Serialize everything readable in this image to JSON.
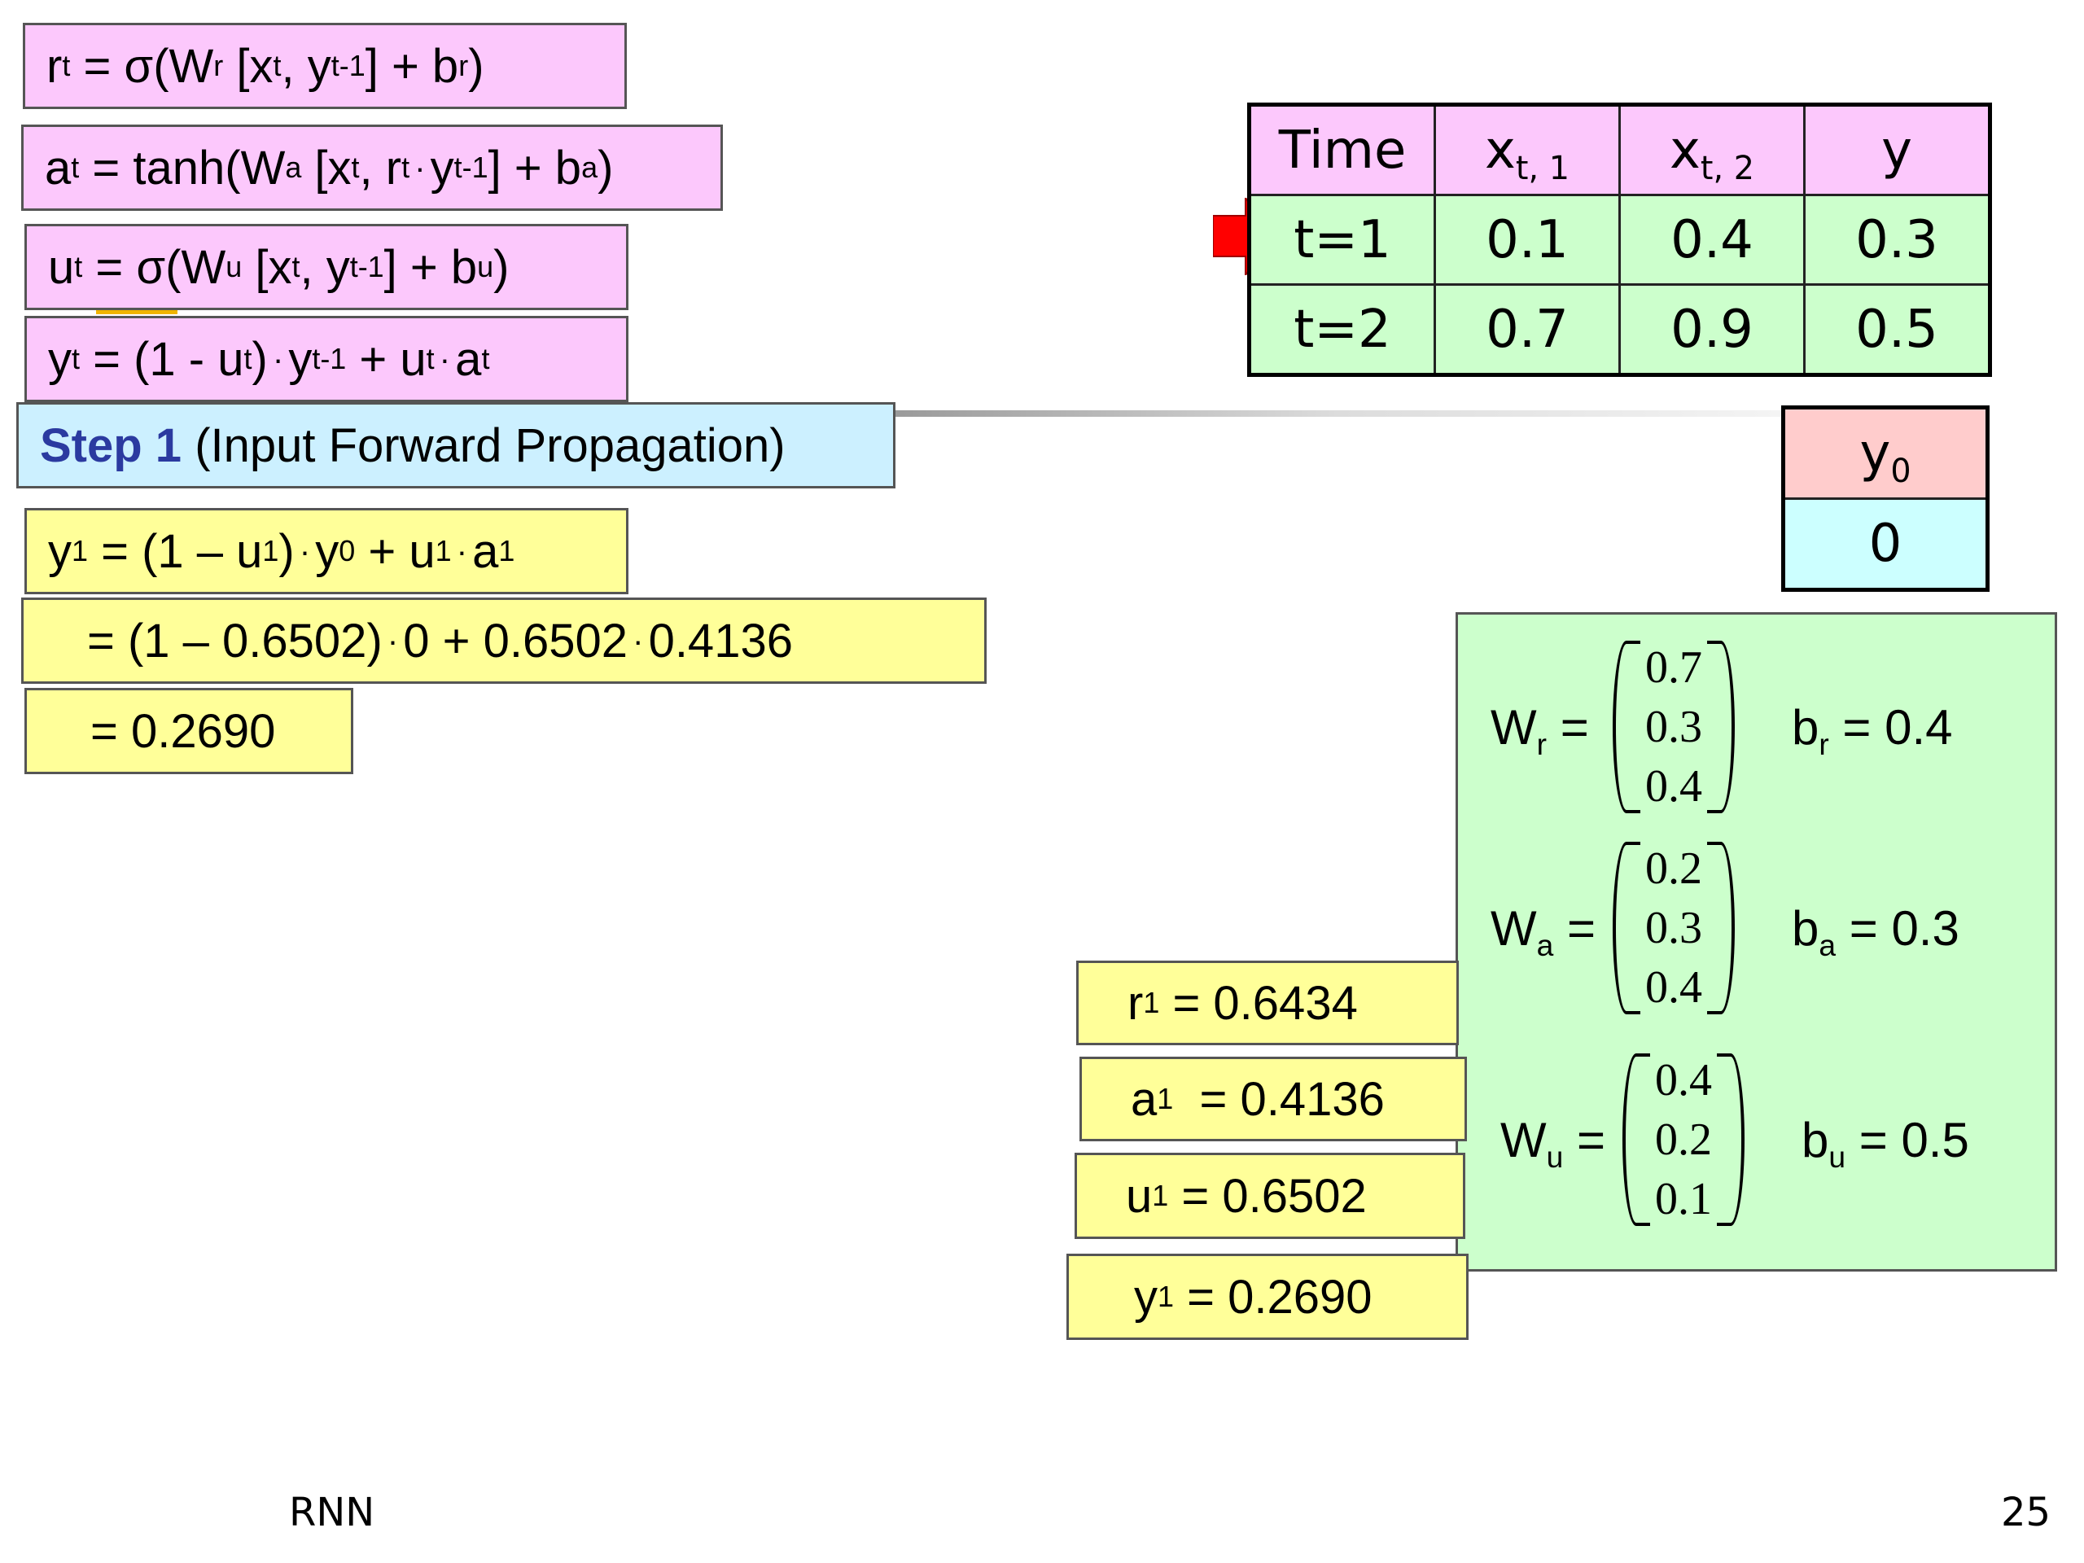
{
  "equations": {
    "r_left": "r",
    "r_sub": "t",
    "r_eq": " = σ(W",
    "r_w_sub": "r",
    "r_mid": " [x",
    "r_x_sub": "t",
    "r_comma": ", y",
    "r_y_sub": "t-1",
    "r_end": "] + b",
    "r_b_sub": "r",
    "r_close": ")",
    "a_left": "a",
    "a_sub": "t",
    "a_eq": " = tanh(W",
    "a_w_sub": "a",
    "a_mid": " [x",
    "a_x_sub": "t",
    "a_comma": ", r",
    "a_r_sub": "t",
    "a_dot": "·",
    "a_y": "y",
    "a_y_sub": "t-1",
    "a_end": "] + b",
    "a_b_sub": "a",
    "a_close": ")",
    "u_left": "u",
    "u_sub": "t",
    "u_eq": " = σ(W",
    "u_w_sub": "u",
    "u_mid": " [x",
    "u_x_sub": "t",
    "u_comma": ", y",
    "u_y_sub": "t-1",
    "u_end": "] + b",
    "u_b_sub": "u",
    "u_close": ")",
    "y_left": "y",
    "y_sub": "t",
    "y_eq": " = (1 - u",
    "y_u_sub": "t",
    "y_mid": ")",
    "y_dot1": "·",
    "y_y": "y",
    "y_y_sub": "t-1",
    "y_plus": " + u",
    "y_u2_sub": "t",
    "y_dot2": "·",
    "y_a": "a",
    "y_a_sub": "t"
  },
  "step": {
    "label": "Step 1",
    "title": "(Input Forward Propagation)"
  },
  "calc": {
    "line1_a": "y",
    "line1_a_sub": "1",
    "line1_b": " = (1 – u",
    "line1_b_sub": "1",
    "line1_c": ")",
    "line1_dot1": "·",
    "line1_d": "y",
    "line1_d_sub": "0",
    "line1_e": " + u",
    "line1_e_sub": "1",
    "line1_dot2": "·",
    "line1_f": "a",
    "line1_f_sub": "1",
    "line2_a": "= (1 – 0.6502)",
    "line2_dot1": "·",
    "line2_b": "0 + 0.6502",
    "line2_dot2": "·",
    "line2_c": "0.4136",
    "line3": "= 0.2690"
  },
  "data_table": {
    "headers": [
      "Time",
      "x",
      "x",
      "y"
    ],
    "header_subs": [
      "",
      "t, 1",
      "t, 2",
      ""
    ],
    "rows": [
      [
        "t=1",
        "0.1",
        "0.4",
        "0.3"
      ],
      [
        "t=2",
        "0.7",
        "0.9",
        "0.5"
      ]
    ]
  },
  "y0_table": {
    "header": "y",
    "header_sub": "0",
    "value": "0"
  },
  "weights": {
    "wr_label": "W",
    "wr_sub": "r",
    "wr_eq": " =",
    "wr_values": [
      "0.7",
      "0.3",
      "0.4"
    ],
    "br_label": "b",
    "br_sub": "r",
    "br_value": " = 0.4",
    "wa_label": "W",
    "wa_sub": "a",
    "wa_eq": " =",
    "wa_values": [
      "0.2",
      "0.3",
      "0.4"
    ],
    "ba_label": "b",
    "ba_sub": "a",
    "ba_value": " = 0.3",
    "wu_label": "W",
    "wu_sub": "u",
    "wu_eq": " =",
    "wu_values": [
      "0.4",
      "0.2",
      "0.1"
    ],
    "bu_label": "b",
    "bu_sub": "u",
    "bu_value": " = 0.5"
  },
  "results": {
    "r_a": "r",
    "r_sub": "1",
    "r_val": " = 0.6434",
    "a_a": "a",
    "a_sub": "1",
    "a_val": "  = 0.4136",
    "u_a": "u",
    "u_sub": "1",
    "u_val": " = 0.6502",
    "y_a": "y",
    "y_sub": "1",
    "y_val": " = 0.2690"
  },
  "footer": {
    "left": "RNN",
    "page": "25"
  },
  "colors": {
    "pink": "#fcc8fc",
    "yellow": "#ffff99",
    "light_blue": "#ccf0ff",
    "green": "#ccffcc",
    "step_blue": "#2b3aa0",
    "arrow_red": "#ff0000"
  }
}
